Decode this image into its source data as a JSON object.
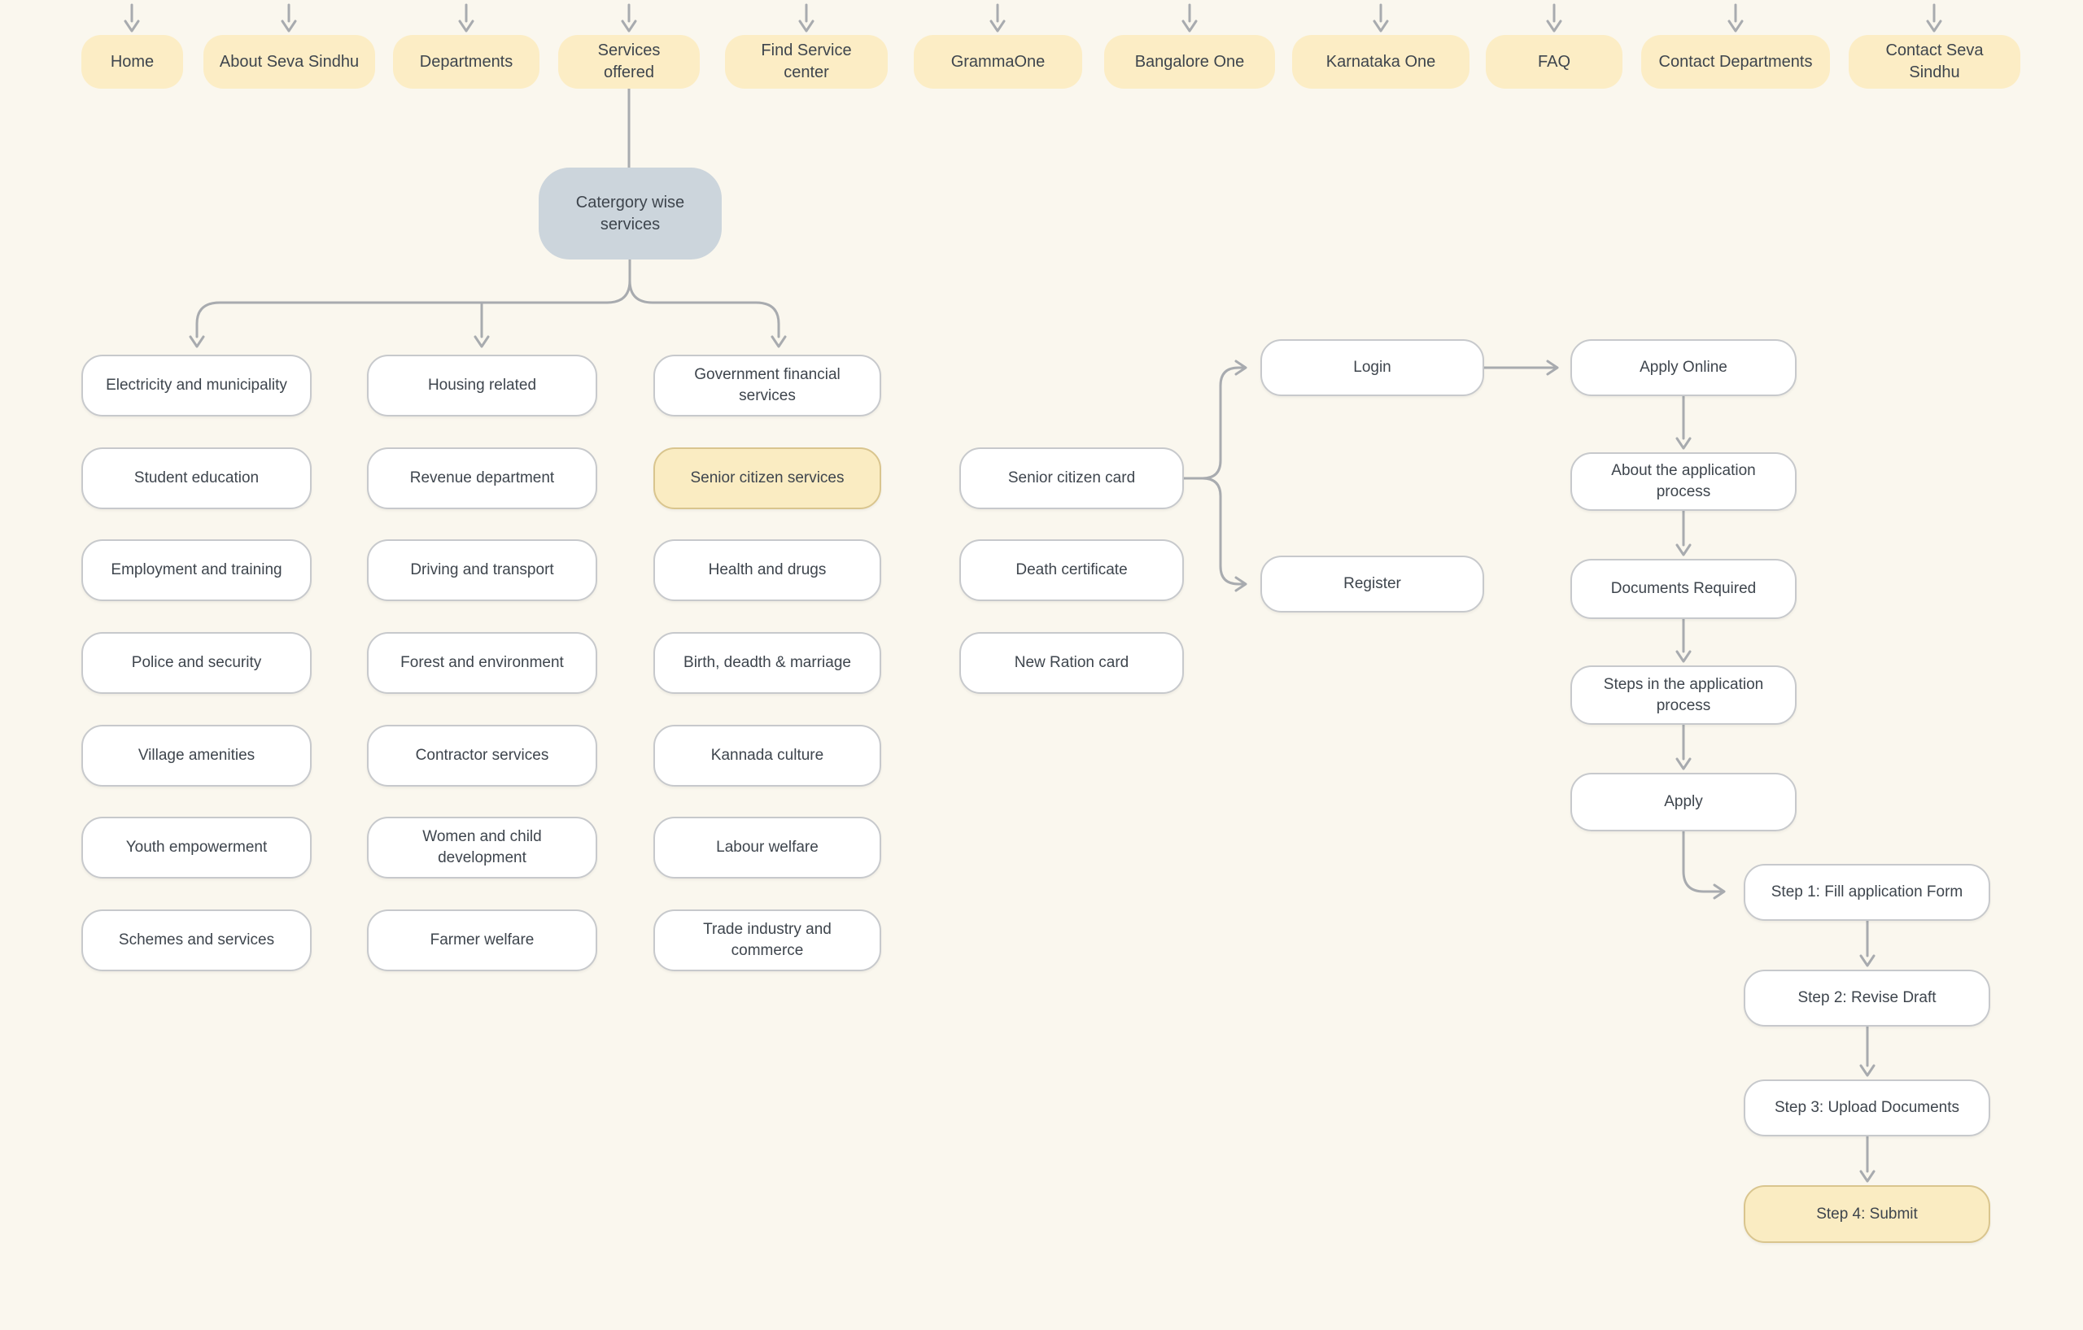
{
  "top_nav": {
    "items": [
      "Home",
      "About Seva Sindhu",
      "Departments",
      "Services offered",
      "Find Service center",
      "GrammaOne",
      "Bangalore One",
      "Karnataka One",
      "FAQ",
      "Contact Departments",
      "Contact Seva Sindhu"
    ]
  },
  "category_node": {
    "label": "Catergory wise services"
  },
  "columns": {
    "col1": [
      "Electricity and municipality",
      "Student education",
      "Employment and training",
      "Police and security",
      "Village amenities",
      "Youth empowerment",
      "Schemes and services"
    ],
    "col2": [
      "Housing related",
      "Revenue department",
      "Driving and transport",
      "Forest and environment",
      "Contractor services",
      "Women and child development",
      "Farmer welfare"
    ],
    "col3": [
      "Government financial services",
      "Senior citizen services",
      "Health and drugs",
      "Birth, deadth & marriage",
      "Kannada culture",
      "Labour welfare",
      "Trade industry and commerce"
    ]
  },
  "service_cards": [
    "Senior citizen card",
    "Death certificate",
    "New Ration card"
  ],
  "auth": {
    "login": "Login",
    "register": "Register"
  },
  "process": [
    "Apply Online",
    "About the application process",
    "Documents Required",
    "Steps in the application process",
    "Apply"
  ],
  "steps": [
    "Step 1: Fill application Form",
    "Step 2: Revise Draft",
    "Step 3: Upload Documents",
    "Step 4: Submit"
  ],
  "colors": {
    "background": "#FAF7EE",
    "nav_fill": "#FCEDC5",
    "highlight_fill": "#FAECC2",
    "highlight_border": "#D9C58E",
    "category_fill": "#CCD5DC",
    "node_fill": "#FFFFFF",
    "node_border": "#C7C9CC",
    "connector": "#A8ABAF",
    "text": "#3E454D"
  }
}
